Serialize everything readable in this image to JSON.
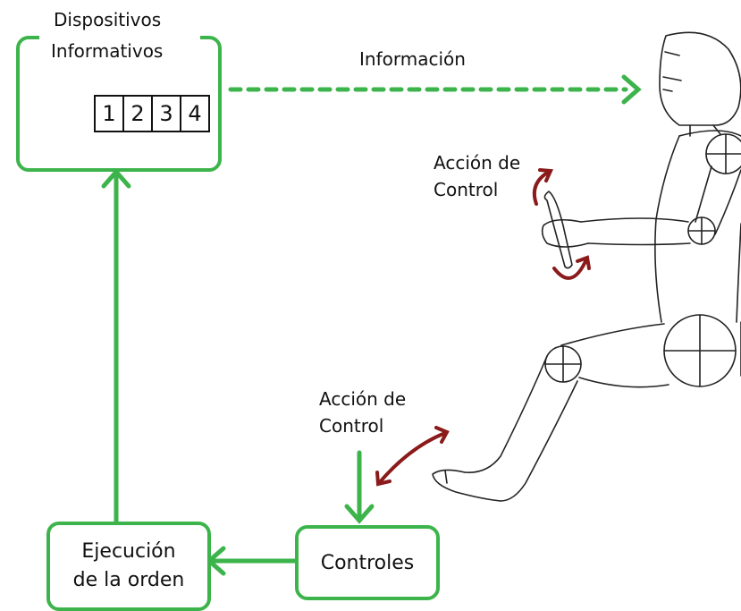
{
  "colors": {
    "flow_green": "#3cb44b",
    "action_red": "#8b1a1a",
    "ink": "#111111"
  },
  "info_devices": {
    "title_line1": "Dispositivos",
    "title_line2": "Informativos",
    "icon": "speedometer-icon",
    "counter_digits": [
      "1",
      "2",
      "3",
      "4"
    ]
  },
  "information_label": "Información",
  "hand_action": {
    "line1": "Acción de",
    "line2": "Control"
  },
  "foot_action": {
    "line1": "Acción de",
    "line2": "Control"
  },
  "controls_box": {
    "label": "Controles"
  },
  "execution_box": {
    "line1": "Ejecución",
    "line2": "de la orden"
  },
  "figure": {
    "icon": "seated-driver-figure"
  }
}
